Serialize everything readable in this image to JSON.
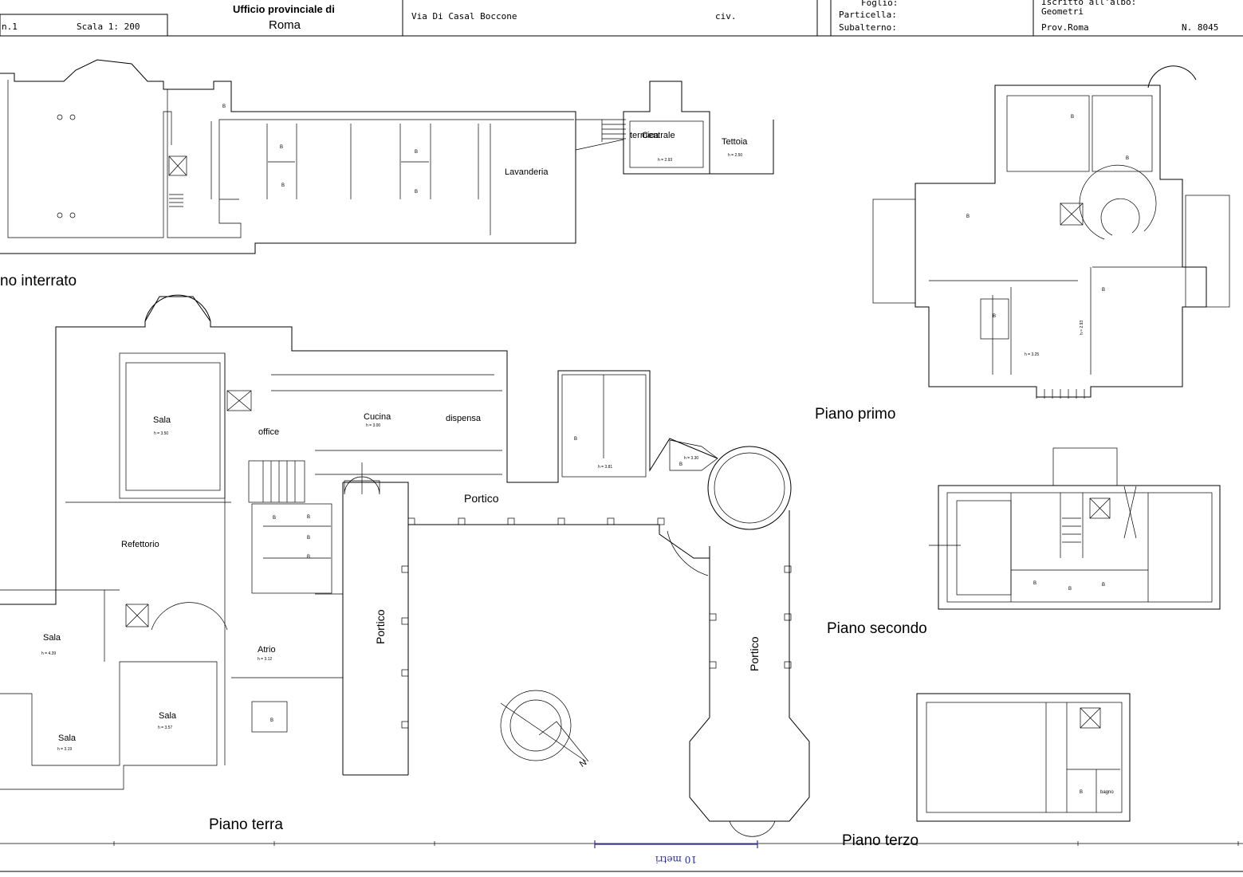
{
  "header": {
    "sheet": "n.1",
    "scale": "Scala 1: 200",
    "office_line1": "Ufficio provinciale di",
    "office_line2": "Roma",
    "address": "Via Di Casal Boccone",
    "civ": "civ.",
    "foglio": "Foglio:",
    "particella": "Particella:",
    "subalterno": "Subalterno:",
    "iscritto": "Iscritto all'albo:",
    "geometri": "Geometri",
    "prov": "Prov.Roma",
    "numero": "N. 8045"
  },
  "floors": {
    "interrato": "no interrato",
    "terra": "Piano terra",
    "primo": "Piano primo",
    "secondo": "Piano secondo",
    "terzo": "Piano terzo"
  },
  "rooms": {
    "lavanderia": "Lavanderia",
    "centrale": "Centrale",
    "termica": "termica",
    "tettoia": "Tettoia",
    "sala1": "Sala",
    "office": "office",
    "cucina": "Cucina",
    "dispensa": "dispensa",
    "portico_top": "Portico",
    "refettorio": "Refettorio",
    "sala2": "Sala",
    "atrio": "Atrio",
    "portico_left": "Portico",
    "portico_right": "Portico",
    "sala3": "Sala",
    "sala4": "Sala",
    "bagno": "bagno"
  },
  "heights": {
    "centrale": "h = 2.93",
    "tettoia": "h = 2.50",
    "sala1": "h = 3.50",
    "cucina": "h = 3.00",
    "east1": "h = 3.81",
    "east2": "h = 3.30",
    "sala2": "h = 4.39",
    "atrio": "h = 3.12",
    "sala3": "h = 3.57",
    "sala4": "h = 3.19",
    "primo1": "h = 3.25",
    "primo2": "h = 2.93"
  },
  "bath_mark": "B",
  "north": "N",
  "scalebar": "10 metri"
}
